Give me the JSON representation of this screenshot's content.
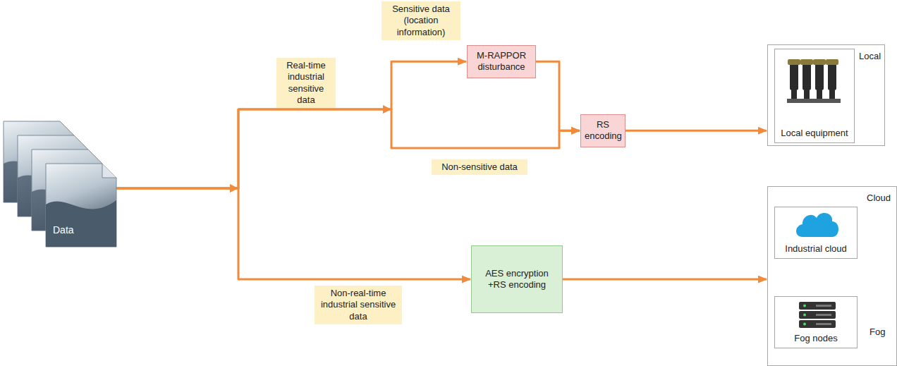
{
  "diagram": {
    "nodes": [
      {
        "text": [
          "Data"
        ]
      },
      {
        "text": [
          "M-RAPPOR disturbance"
        ]
      },
      {
        "text": [
          "RS encoding"
        ]
      },
      {
        "text": [
          "Local"
        ]
      },
      {
        "text": [
          "Local equipment"
        ],
        "in": 3
      },
      {
        "text": [
          "AES encryption +RS encoding"
        ]
      },
      {
        "text": [
          "Cloud",
          "Fog"
        ]
      },
      {
        "text": [
          "Industrial cloud"
        ],
        "in": 6
      },
      {
        "text": [
          "Fog nodes"
        ],
        "in": 6
      }
    ],
    "edges": [
      {
        "from": 0,
        "to": 1,
        "arrow": "to",
        "label": "Sensitive data (location information)"
      },
      {
        "from": 1,
        "to": 2,
        "arrow": "to"
      },
      {
        "from": 0,
        "to": 2,
        "arrow": "to",
        "label": "Non-sensitive data"
      },
      {
        "from": 2,
        "to": 3,
        "arrow": "to"
      },
      {
        "from": 0,
        "to": 5,
        "arrow": "to",
        "label": "Non-real-time industrial sensitive data"
      },
      {
        "from": 5,
        "to": 6,
        "arrow": "to"
      }
    ],
    "labels": [
      "Real-time industrial sensitive data"
    ]
  }
}
